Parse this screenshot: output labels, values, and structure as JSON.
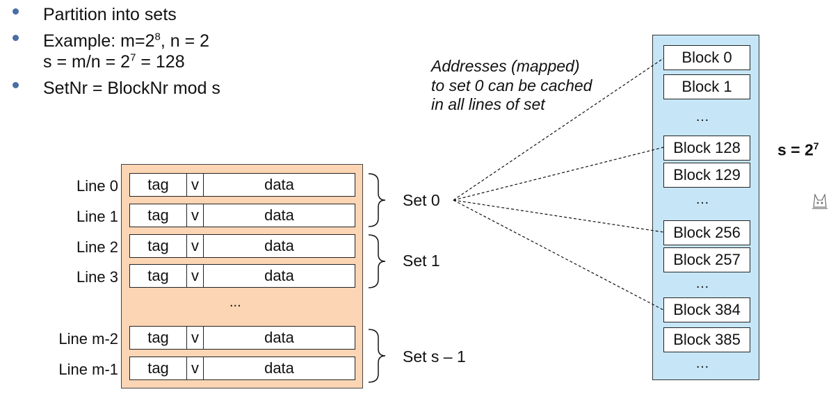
{
  "bullets": {
    "b1": "Partition into sets",
    "b2_text": "Example: m=2",
    "b2_exp": "8",
    "b2_tail": ", n = 2",
    "b2_line2_a": "s = m/n = 2",
    "b2_line2_exp": "7",
    "b2_line2_b": " = 128",
    "b3": "SetNr = BlockNr mod s"
  },
  "annotation": {
    "l1": "Addresses (mapped)",
    "l2": "to set 0 can be cached",
    "l3": "in all lines of set"
  },
  "cache": {
    "fields": {
      "tag": "tag",
      "v": "v",
      "data": "data"
    },
    "lines": [
      "Line 0",
      "Line 1",
      "Line 2",
      "Line 3",
      "Line m-2",
      "Line m-1"
    ],
    "ellipsis": "...",
    "sets": [
      "Set 0",
      "Set 1",
      "Set s – 1"
    ]
  },
  "memory": {
    "blocks": [
      "Block 0",
      "Block 1",
      "Block 128",
      "Block 129",
      "Block 256",
      "Block 257",
      "Block 384",
      "Block 385"
    ],
    "ellipsis": "…"
  },
  "s_label": {
    "base": "s = 2",
    "exp": "7"
  },
  "colors": {
    "cache_bg": "#fcd5b4",
    "memory_bg": "#c6e6f7",
    "bullet": "#4a6fa5"
  }
}
